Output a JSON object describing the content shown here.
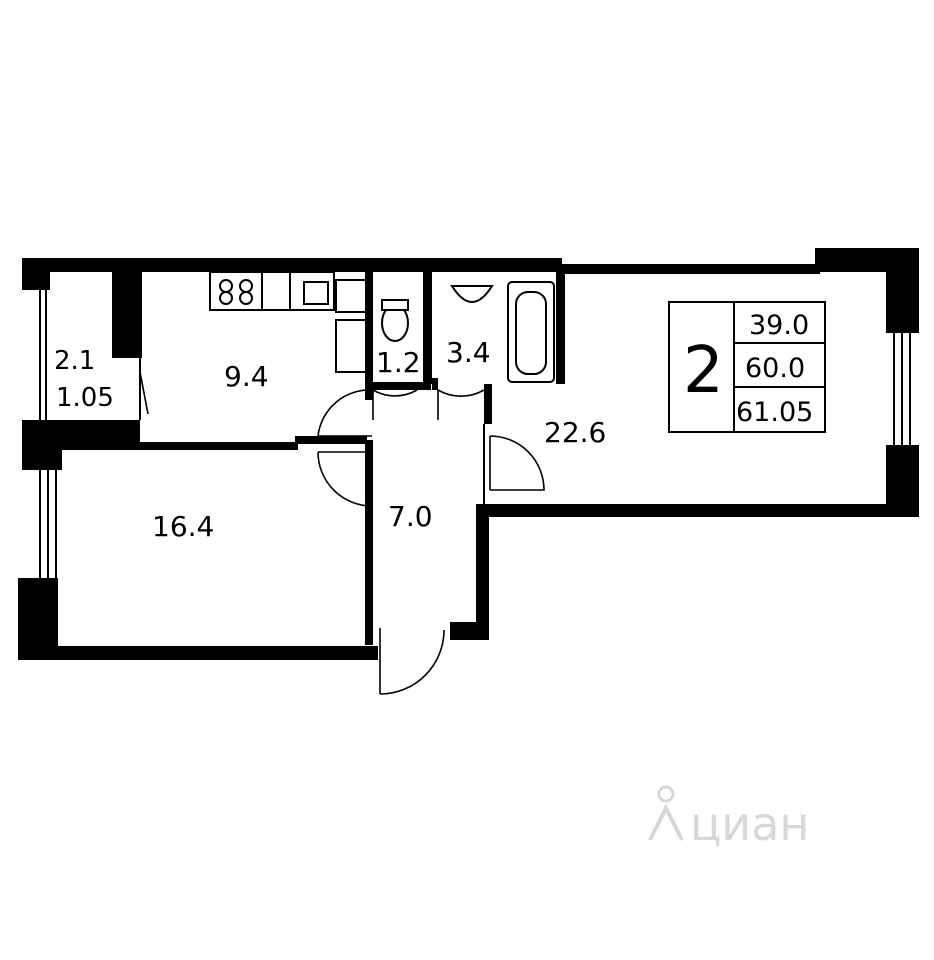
{
  "plan": {
    "rooms": [
      {
        "id": "loggia",
        "area": "2.1",
        "area_reduced": "1.05"
      },
      {
        "id": "kitchen",
        "area": "9.4"
      },
      {
        "id": "wc",
        "area": "1.2"
      },
      {
        "id": "bathroom",
        "area": "3.4"
      },
      {
        "id": "living",
        "area": "22.6"
      },
      {
        "id": "bedroom",
        "area": "16.4"
      },
      {
        "id": "hall",
        "area": "7.0"
      }
    ],
    "summary": {
      "rooms_count": "2",
      "living_area": "39.0",
      "total_area": "60.0",
      "total_with_loggia": "61.05"
    },
    "watermark": "циан"
  }
}
